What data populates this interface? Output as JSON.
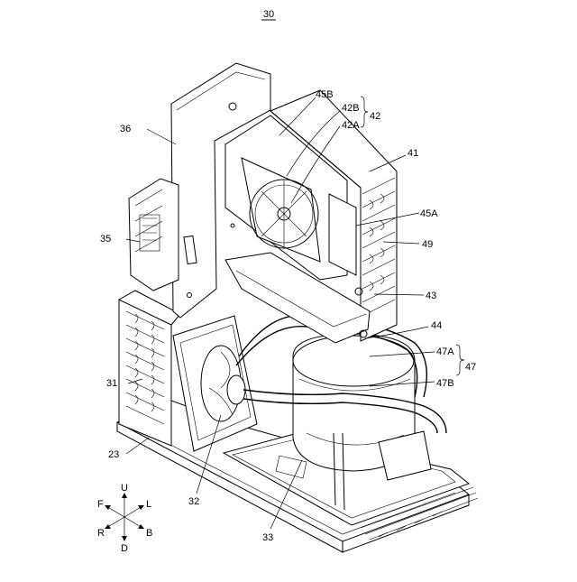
{
  "figure_number": "30",
  "labels": {
    "l42": "42",
    "l42B": "42B",
    "l42A": "42A",
    "l45B": "45B",
    "l36": "36",
    "l41": "41",
    "l45A": "45A",
    "l35": "35",
    "l49": "49",
    "l43": "43",
    "l44": "44",
    "l47A": "47A",
    "l47": "47",
    "l47B": "47B",
    "l31": "31",
    "l23": "23",
    "l32": "32",
    "l33": "33"
  },
  "compass": {
    "up": "U",
    "down": "D",
    "front": "F",
    "left": "L",
    "rear": "R",
    "back": "B"
  }
}
